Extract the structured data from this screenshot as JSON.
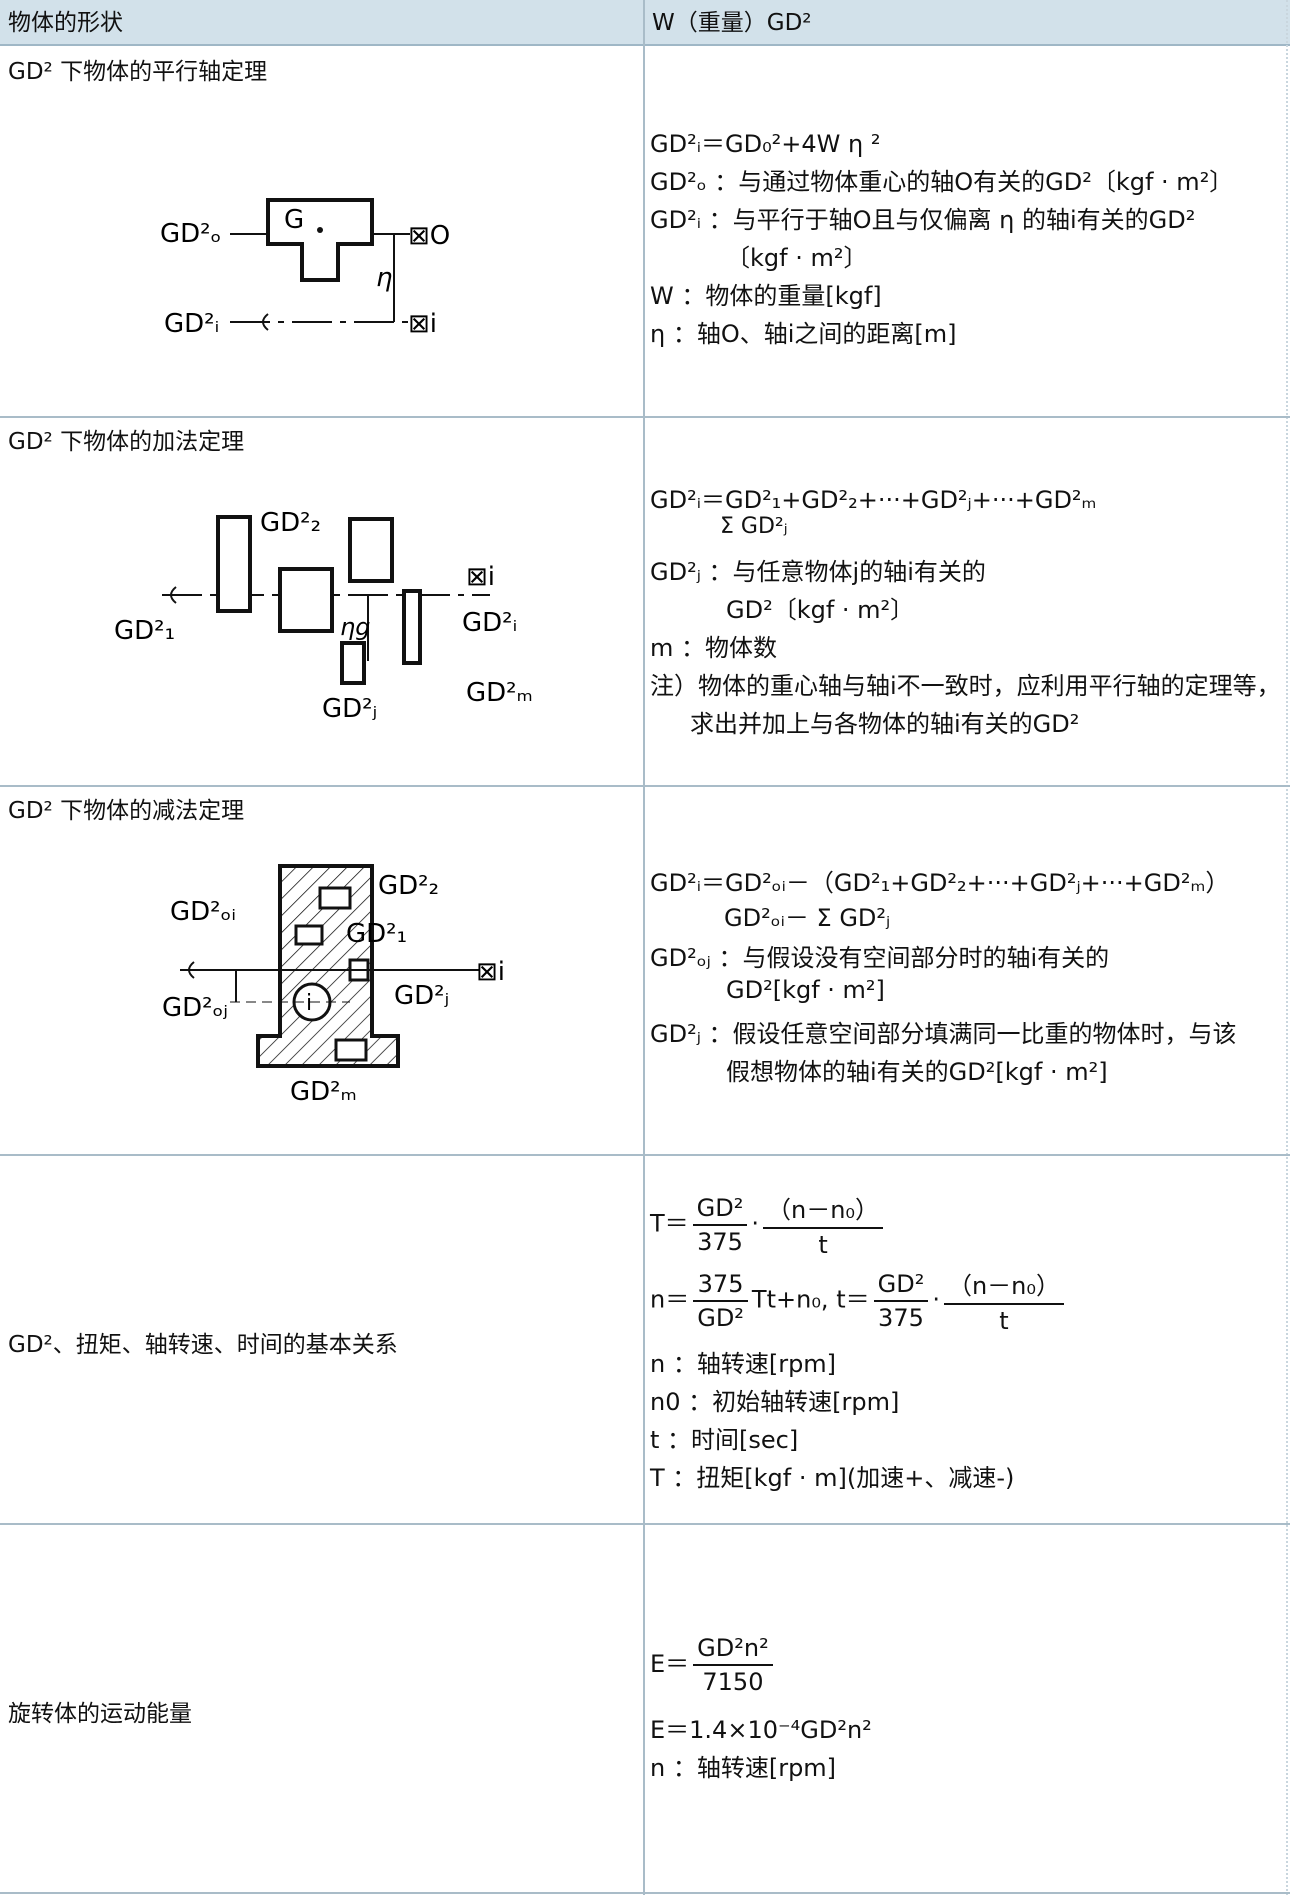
{
  "header": {
    "col1": "物体的形状",
    "col2": "W（重量）GD²"
  },
  "rows": [
    {
      "title": "GD² 下物体的平行轴定理",
      "lines": [
        "GD²ᵢ＝GD₀²+4W η ²",
        "GD²ₒ  ：与通过物体重心的轴O有关的GD²〔kgf · m²〕",
        "GD²ᵢ  ：与平行于轴O且与仅偏离 η 的轴i有关的GD²",
        "〔kgf · m²〕",
        "W       ：物体的重量[kgf]",
        "η        ：轴O、轴i之间的距离[m]"
      ],
      "fig": {
        "gd_o": "GD²ₒ",
        "G": "G",
        "O": "⊠O",
        "gd_i": "GD²ᵢ",
        "I": "⊠i",
        "eta": "η"
      }
    },
    {
      "title": "GD² 下物体的加法定理",
      "lines": [
        "GD²ᵢ＝GD²₁+GD²₂+···+GD²ⱼ+···+GD²ₘ",
        "Σ GD²ⱼ",
        "GD²ⱼ  ：与任意物体j的轴i有关的",
        "GD²〔kgf · m²〕",
        "m       ：物体数",
        "注）物体的重心轴与轴i不一致时，应利用平行轴的定理等，",
        "求出并加上与各物体的轴i有关的GD²"
      ],
      "fig": {
        "g2": "GD²₂",
        "g1": "GD²₁",
        "gi": "GD²ᵢ",
        "gj": "GD²ⱼ",
        "gm": "GD²ₘ",
        "I": "⊠i",
        "eta": "ηg"
      }
    },
    {
      "title": "GD² 下物体的减法定理",
      "lines": [
        "GD²ᵢ＝GD²ₒᵢ－（GD²₁+GD²₂+···+GD²ⱼ+···+GD²ₘ）",
        "GD²ₒᵢ－ Σ GD²ⱼ",
        "GD²ₒⱼ ：与假设没有空间部分时的轴i有关的",
        "GD²[kgf · m²]",
        "GD²ⱼ  ：假设任意空间部分填满同一比重的物体时，与该",
        "假想物体的轴i有关的GD²[kgf · m²]"
      ],
      "fig": {
        "g2": "GD²₂",
        "goi": "GD²ₒᵢ",
        "g1": "GD²₁",
        "goj": "GD²ₒⱼ",
        "gj": "GD²ⱼ",
        "gm": "GD²ₘ",
        "I": "⊠i",
        "i": "i"
      }
    },
    {
      "title": "GD²、扭矩、轴转速、时间的基本关系",
      "f1": {
        "lhs": "T＝",
        "n1": "GD²",
        "d1": "375",
        "n2": "（n－n₀）",
        "d2": "t"
      },
      "f2": {
        "lhs": "n＝",
        "n1": "375",
        "d1": "GD²",
        "mid": "Tt+n₀, t＝",
        "n2": "GD²",
        "d2": "375",
        "n3": "（n－n₀）",
        "d3": "t"
      },
      "lines": [
        "n    ：轴转速[rpm]",
        "n0  ：初始轴转速[rpm]",
        "t     ：时间[sec]",
        "T    ：扭矩[kgf · m](加速+、减速-)"
      ]
    },
    {
      "title": "旋转体的运动能量",
      "f1": {
        "lhs": "E＝",
        "num": "GD²n²",
        "den": "7150"
      },
      "lines": [
        "E＝1.4×10⁻⁴GD²n²",
        "n  ：轴转速[rpm]"
      ]
    }
  ]
}
